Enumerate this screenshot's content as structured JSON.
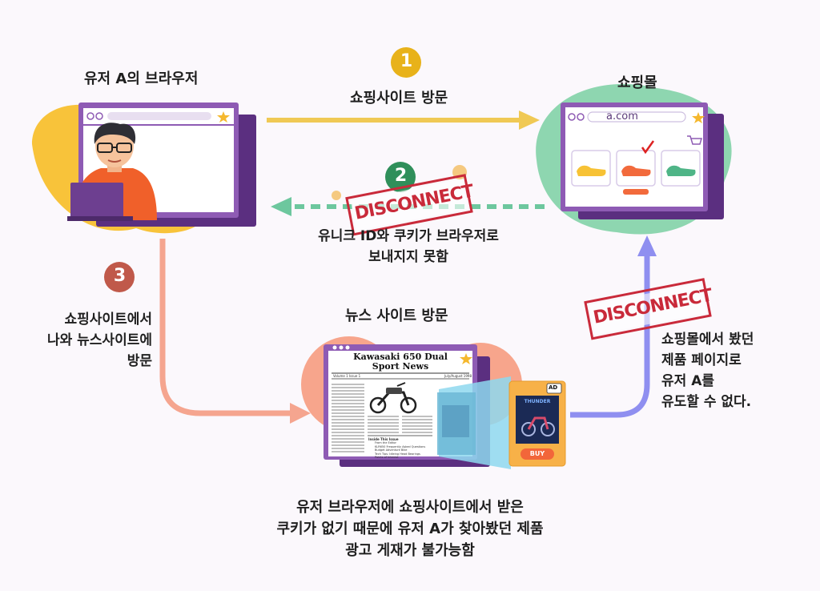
{
  "labels": {
    "browser_a": "유저 A의 브라우저",
    "shop": "쇼핑몰",
    "news_visit": "뉴스 사이트 방문"
  },
  "steps": [
    {
      "num": "1",
      "text": "쇼핑사이트 방문"
    },
    {
      "num": "2",
      "text_lines": [
        "유니크 ID와 쿠키가 브라우저로",
        "보내지지 못함"
      ]
    },
    {
      "num": "3",
      "text_lines": [
        "쇼핑사이트에서",
        "나와 뉴스사이트에",
        "방문"
      ]
    }
  ],
  "stamps": {
    "disconnect": "DISCONNECT"
  },
  "shop_note_lines": [
    "쇼핑몰에서 봤던",
    "제품 페이지로",
    "유저 A를",
    "유도할 수 없다."
  ],
  "bottom_note_lines": [
    "유저 브라우저에 쇼핑사이트에서 받은",
    "쿠키가 없기 때문에 유저 A가 찾아봤던 제품",
    "광고 게재가 불가능함"
  ],
  "shop_browser": {
    "url": "a.com"
  },
  "newspaper": {
    "title_lines": [
      "Kawasaki 650 Dual",
      "Sport News"
    ],
    "issue": "Volume 1 Issue 1",
    "date": "July/August 1998",
    "inside_heading": "Inside This Issue",
    "inside_items": [
      "From the Editor",
      "KLR650 Frequently Asked Questions",
      "Budget Adventure Bike",
      "Tech Tips: Idleing Head Bearings",
      "Points of Interest"
    ]
  },
  "ad": {
    "badge": "AD",
    "button": "BUY",
    "headline": "THUNDER"
  },
  "colors": {
    "purple": "#7d4fa0",
    "yellow_arrow": "#f0c954",
    "green_arrow": "#6dc79e",
    "salmon_arrow": "#f5a58f",
    "blue_arrow": "#8f8ff0",
    "stamp_red": "#c92a3a",
    "step1": "#e8b21a",
    "step2": "#2f8f5a",
    "step3": "#c0594a"
  }
}
